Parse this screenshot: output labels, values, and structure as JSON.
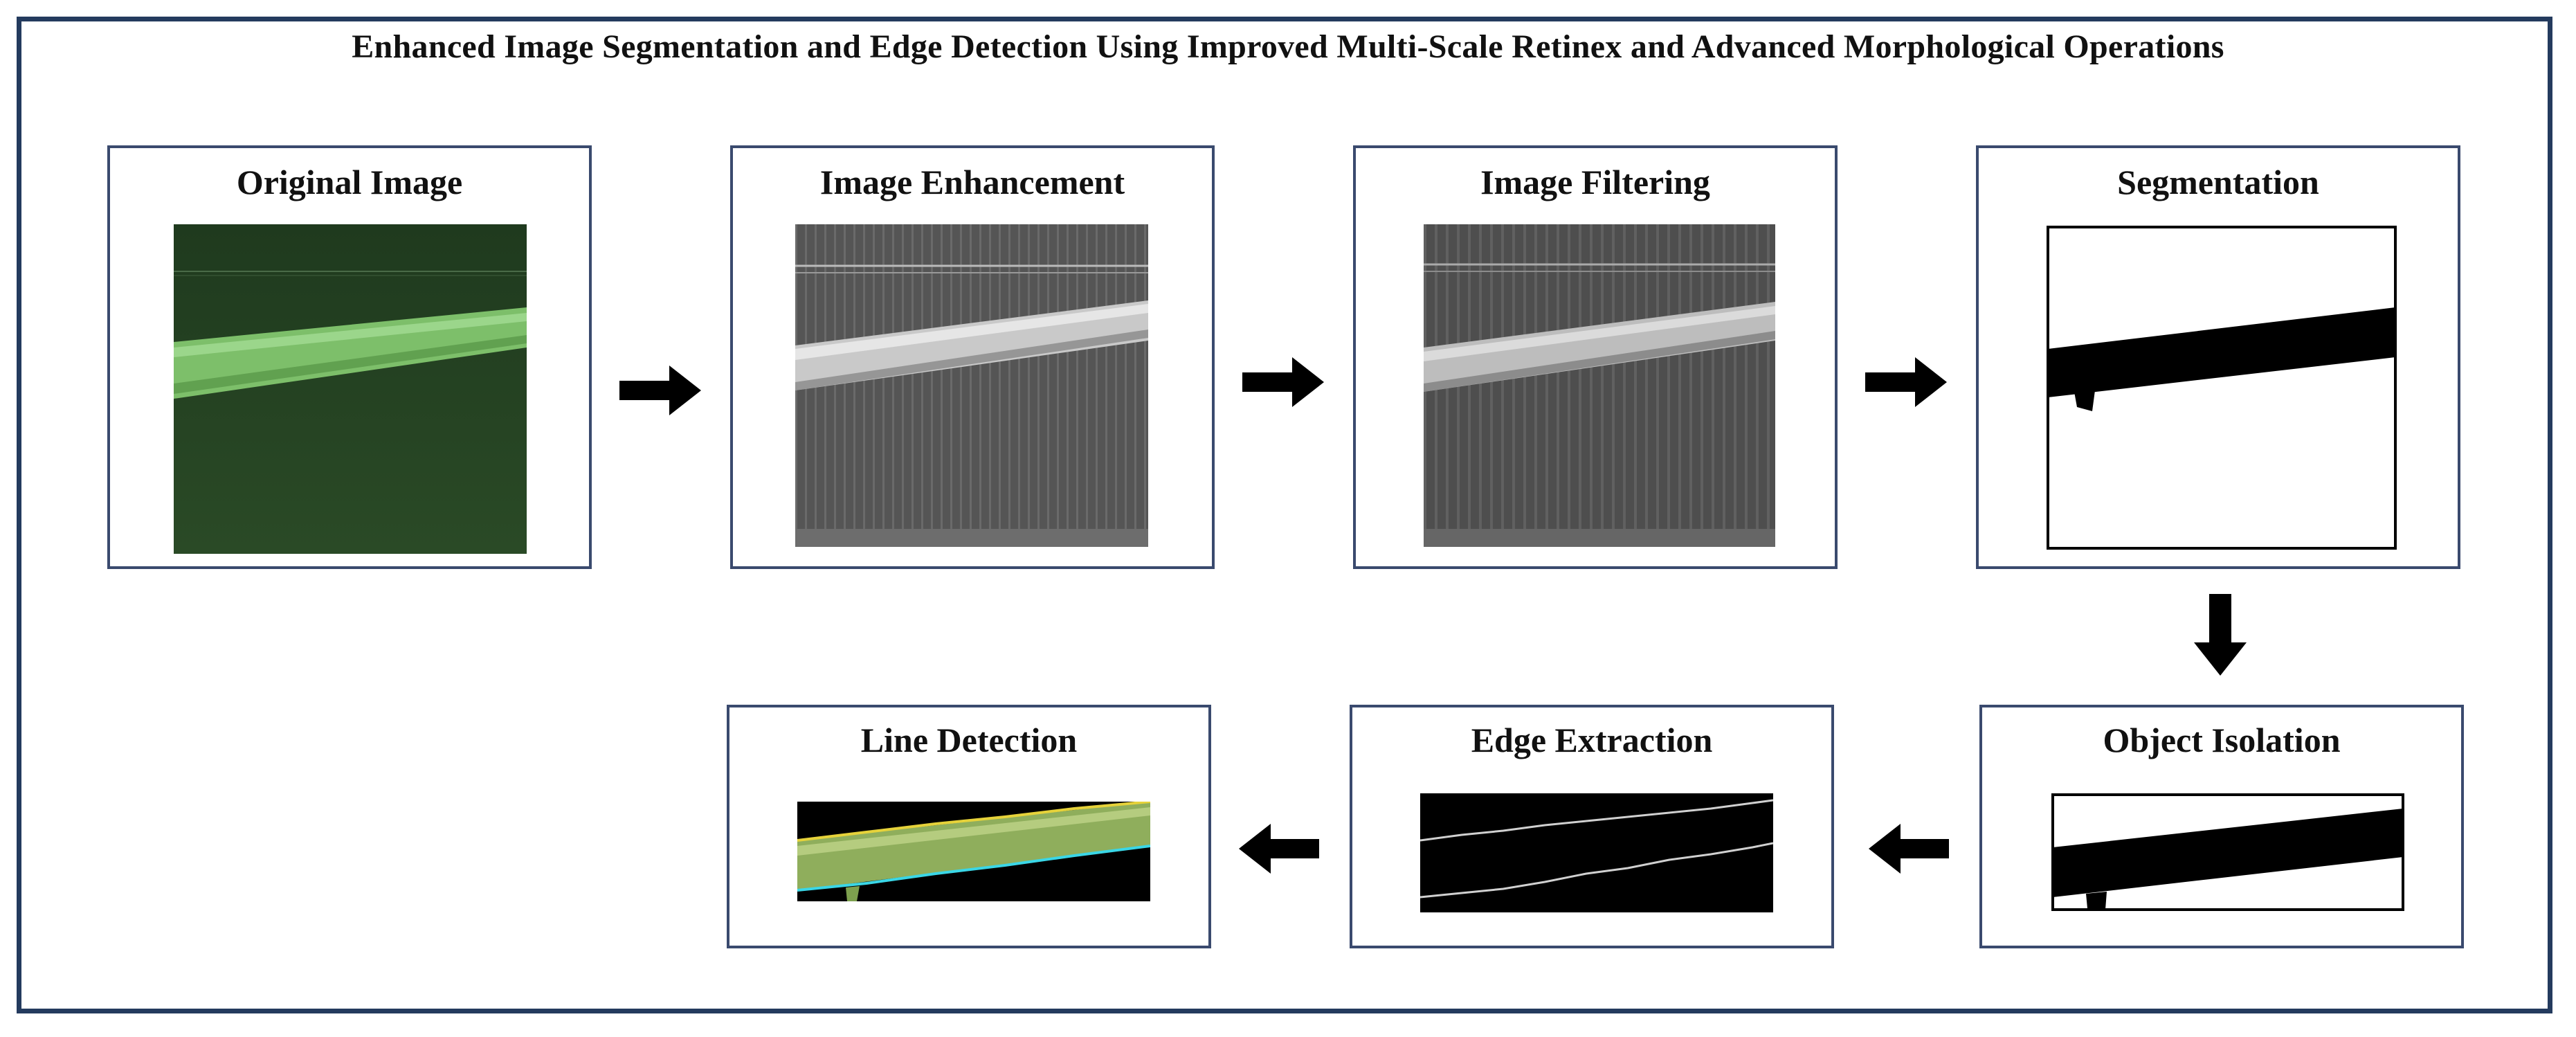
{
  "diagram": {
    "title": "Enhanced Image Segmentation and Edge Detection Using Improved  Multi-Scale Retinex and Advanced Morphological Operations",
    "stages": [
      {
        "label": "Original Image",
        "image": "green-fiber-photo"
      },
      {
        "label": "Image Enhancement",
        "image": "grayscale-enhanced-fiber"
      },
      {
        "label": "Image Filtering",
        "image": "grayscale-filtered-fiber"
      },
      {
        "label": "Segmentation",
        "image": "binary-mask"
      },
      {
        "label": "Object Isolation",
        "image": "isolated-binary-object"
      },
      {
        "label": "Edge Extraction",
        "image": "edge-lines-on-black"
      },
      {
        "label": "Line Detection",
        "image": "fiber-with-detected-lines"
      }
    ],
    "flow": [
      "Original Image",
      "Image Enhancement",
      "Image Filtering",
      "Segmentation",
      "Object Isolation",
      "Edge Extraction",
      "Line Detection"
    ],
    "colors": {
      "frame": "#243b5e",
      "box_border": "#3a4a6e",
      "arrow": "#000000",
      "fiber_green": "#7dbf6a",
      "detected_top_line": "#e6d23a",
      "detected_bottom_line": "#3ad6e6"
    }
  }
}
